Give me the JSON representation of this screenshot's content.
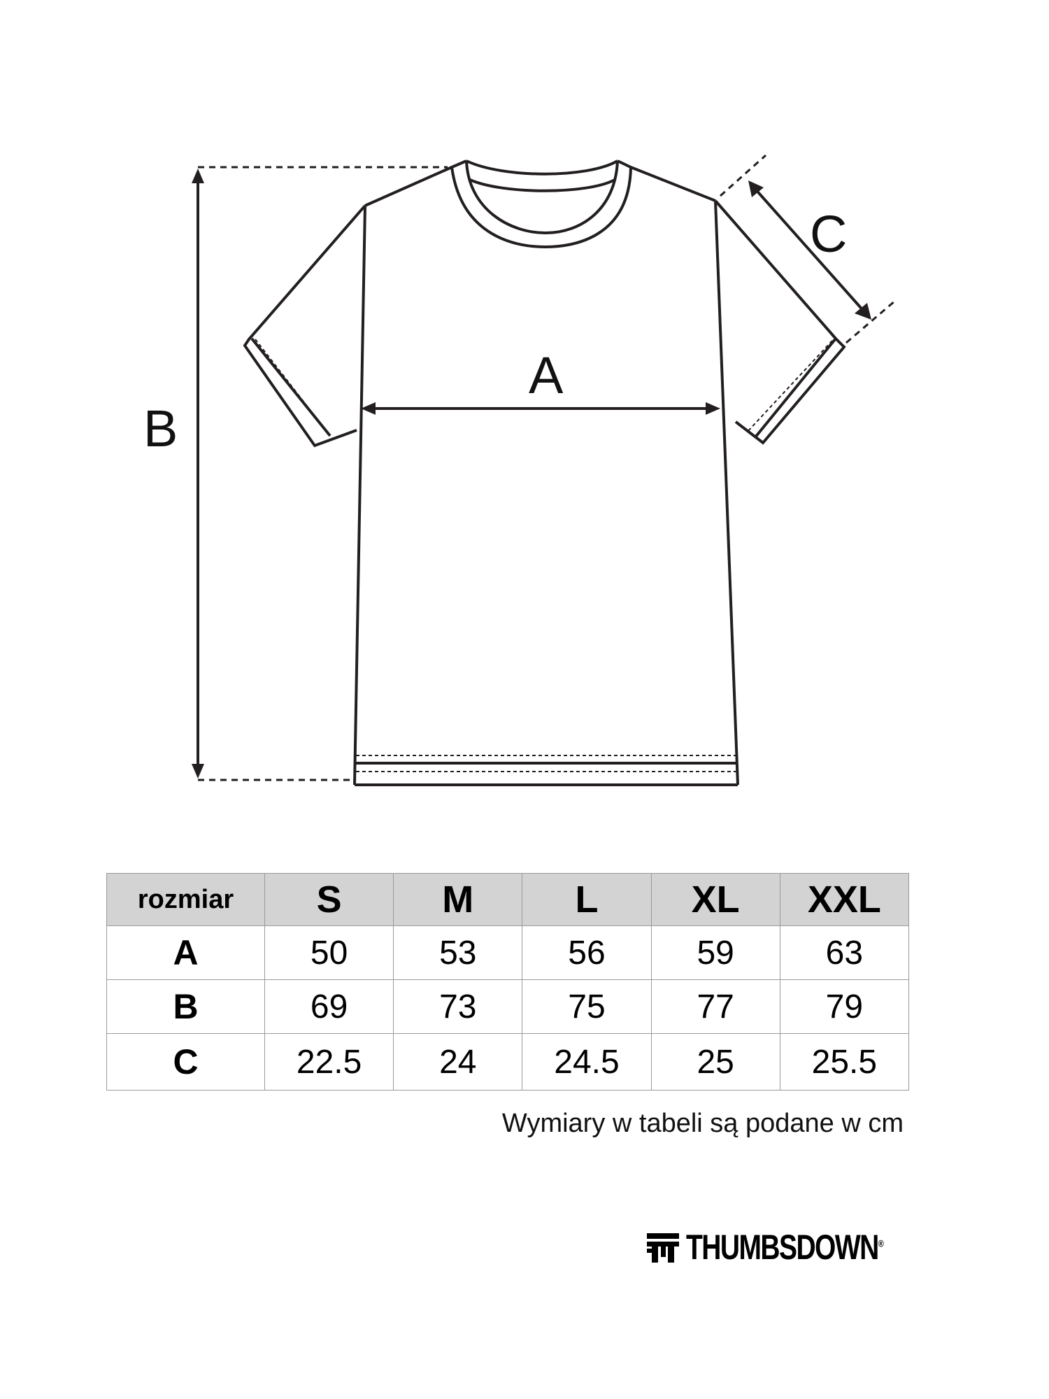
{
  "diagram": {
    "labels": {
      "a": "A",
      "b": "B",
      "c": "C"
    }
  },
  "size_table": {
    "header_label": "rozmiar",
    "sizes": [
      "S",
      "M",
      "L",
      "XL",
      "XXL"
    ],
    "rows": [
      {
        "label": "A",
        "values": [
          "50",
          "53",
          "56",
          "59",
          "63"
        ]
      },
      {
        "label": "B",
        "values": [
          "69",
          "73",
          "75",
          "77",
          "79"
        ]
      },
      {
        "label": "C",
        "values": [
          "22.5",
          "24",
          "24.5",
          "25",
          "25.5"
        ]
      }
    ]
  },
  "note": "Wymiary w tabeli są podane w cm",
  "brand": {
    "name": "THUMBSDOWN",
    "mark": "®"
  },
  "colors": {
    "line": "#231f20",
    "header_bg": "#d3d3d3",
    "border": "#9a9a9a"
  }
}
